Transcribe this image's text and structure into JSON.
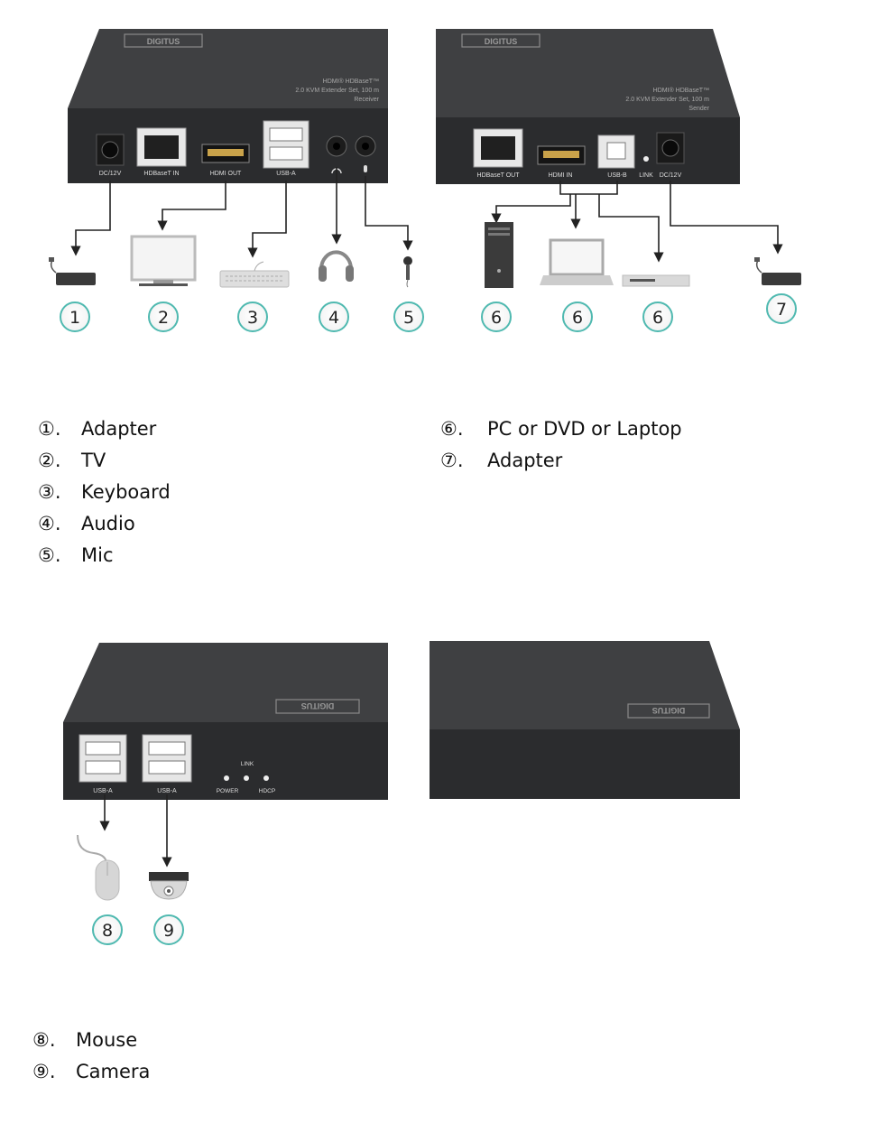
{
  "receiver": {
    "brand": "DIGITUS",
    "product_line1": "HDMI® HDBaseT™",
    "product_line2": "2.0 KVM Extender Set, 100 m",
    "product_line3": "Receiver",
    "ports": {
      "dc": "DC/12V",
      "hdbaset_in": "HDBaseT IN",
      "hdmi_out": "HDMI OUT",
      "usb_a": "USB-A",
      "headphone": "🎧",
      "mic": "🎤"
    }
  },
  "sender": {
    "brand": "DIGITUS",
    "product_line1": "HDMI® HDBaseT™",
    "product_line2": "2.0 KVM Extender Set, 100 m",
    "product_line3": "Sender",
    "ports": {
      "hdbaset_out": "HDBaseT OUT",
      "hdmi_in": "HDMI IN",
      "usb_b": "USB-B",
      "link": "LINK",
      "dc": "DC/12V"
    }
  },
  "receiver_back": {
    "brand": "DIGITUS",
    "usb_a_1": "USB-A",
    "usb_a_2": "USB-A",
    "link": "LINK",
    "power": "POWER",
    "hdcp": "HDCP"
  },
  "sender_back": {
    "brand": "DIGITUS"
  },
  "badges": {
    "top": [
      "1",
      "2",
      "3",
      "4",
      "5",
      "6",
      "6",
      "6",
      "7"
    ],
    "bottom": [
      "8",
      "9"
    ]
  },
  "legend_top_left": [
    {
      "num": "①.",
      "label": "Adapter"
    },
    {
      "num": "②.",
      "label": "TV"
    },
    {
      "num": "③.",
      "label": "Keyboard"
    },
    {
      "num": "④.",
      "label": "Audio"
    },
    {
      "num": "⑤.",
      "label": "Mic"
    }
  ],
  "legend_top_right": [
    {
      "num": "⑥.",
      "label": "PC or DVD or Laptop"
    },
    {
      "num": "⑦.",
      "label": "Adapter"
    }
  ],
  "legend_bottom": [
    {
      "num": "⑧.",
      "label": "Mouse"
    },
    {
      "num": "⑨.",
      "label": "Camera"
    }
  ],
  "colors": {
    "device_top": "#3b3c3e",
    "device_front": "#2a2b2d",
    "badge_ring": "#4fb9b0",
    "arrow": "#222222"
  }
}
